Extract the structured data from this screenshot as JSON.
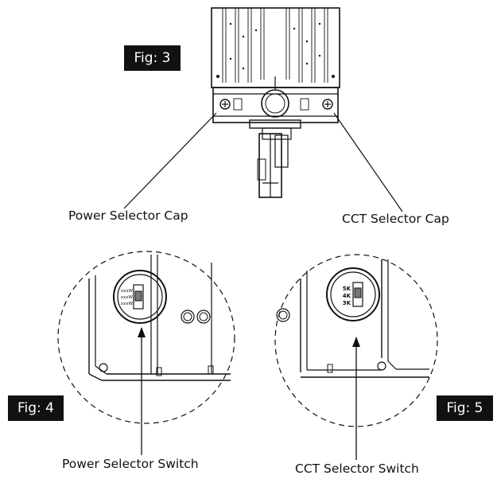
{
  "figures": {
    "fig3": {
      "tag": "Fig: 3"
    },
    "fig4": {
      "tag": "Fig: 4"
    },
    "fig5": {
      "tag": "Fig: 5"
    }
  },
  "callouts": {
    "power_cap": "Power Selector Cap",
    "cct_cap": "CCT Selector Cap",
    "power_switch": "Power Selector Switch",
    "cct_switch": "CCT Selector Switch"
  },
  "power_switch_marks": [
    "xxxW",
    "xxxW",
    "xxxW"
  ],
  "cct_switch_marks": [
    "5K",
    "4K",
    "3K"
  ],
  "colors": {
    "ink": "#111111",
    "tag_bg": "#111111",
    "tag_text": "#ffffff",
    "paper": "#ffffff"
  }
}
